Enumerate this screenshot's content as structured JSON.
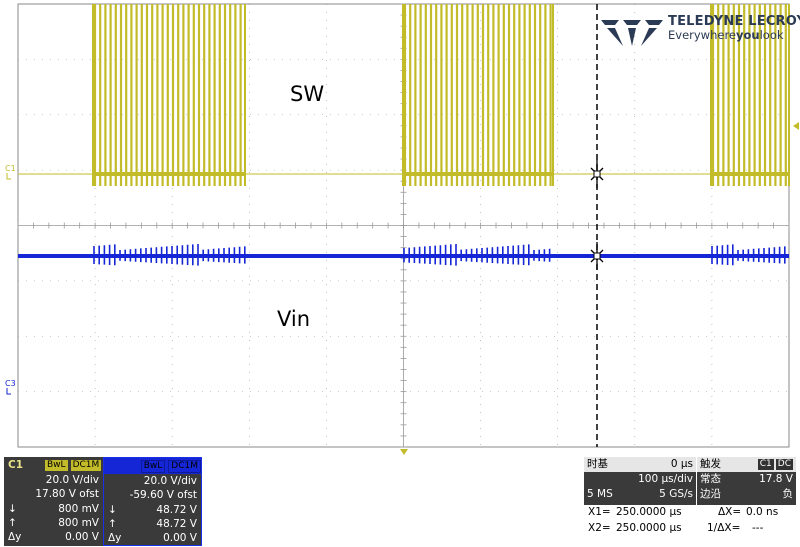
{
  "logo": {
    "brand": "TELEDYNE LECROY",
    "tagline_pre": "Everywhere",
    "tagline_bold": "you",
    "tagline_post": "look"
  },
  "traces": {
    "sw_label": "SW",
    "vin_label": "Vin"
  },
  "markers": {
    "c1": "C1",
    "c3": "C3"
  },
  "colors": {
    "ch1": "#c3bc2a",
    "ch3": "#1526d6",
    "grid": "#9a9a9a",
    "panel_bg": "#3a3a3a"
  },
  "channel1": {
    "name": "C1",
    "tag_bw": "BwL",
    "tag_coupling": "DC1M",
    "vdiv": "20.0 V/div",
    "offset": "17.80 V ofst",
    "cursor1_sym": "↓",
    "cursor1": "800 mV",
    "cursor2_sym": "↑",
    "cursor2": "800 mV",
    "delta_sym": "Δy",
    "delta": "0.00 V"
  },
  "channel3": {
    "name": "C3",
    "tag_bw": "BwL",
    "tag_coupling": "DC1M",
    "vdiv": "20.0 V/div",
    "offset": "-59.60 V ofst",
    "cursor1_sym": "↓",
    "cursor1": "48.72 V",
    "cursor2_sym": "↑",
    "cursor2": "48.72 V",
    "delta_sym": "Δy",
    "delta": "0.00 V"
  },
  "timebase": {
    "title": "时基",
    "delay": "0 µs",
    "tdiv": "100 µs/div",
    "memory": "5 MS",
    "sample_rate": "5 GS/s"
  },
  "trigger": {
    "title": "触发",
    "source": "C1",
    "coupling": "DC",
    "mode": "常态",
    "level": "17.8 V",
    "type": "边沿",
    "slope": "负"
  },
  "cursors": {
    "x1_label": "X1=",
    "x1": "250.0000 µs",
    "dx_label": "ΔX=",
    "dx": "0.0 ns",
    "x2_label": "X2=",
    "x2": "250.0000 µs",
    "inv_label": "1/ΔX=",
    "inv": "---"
  }
}
